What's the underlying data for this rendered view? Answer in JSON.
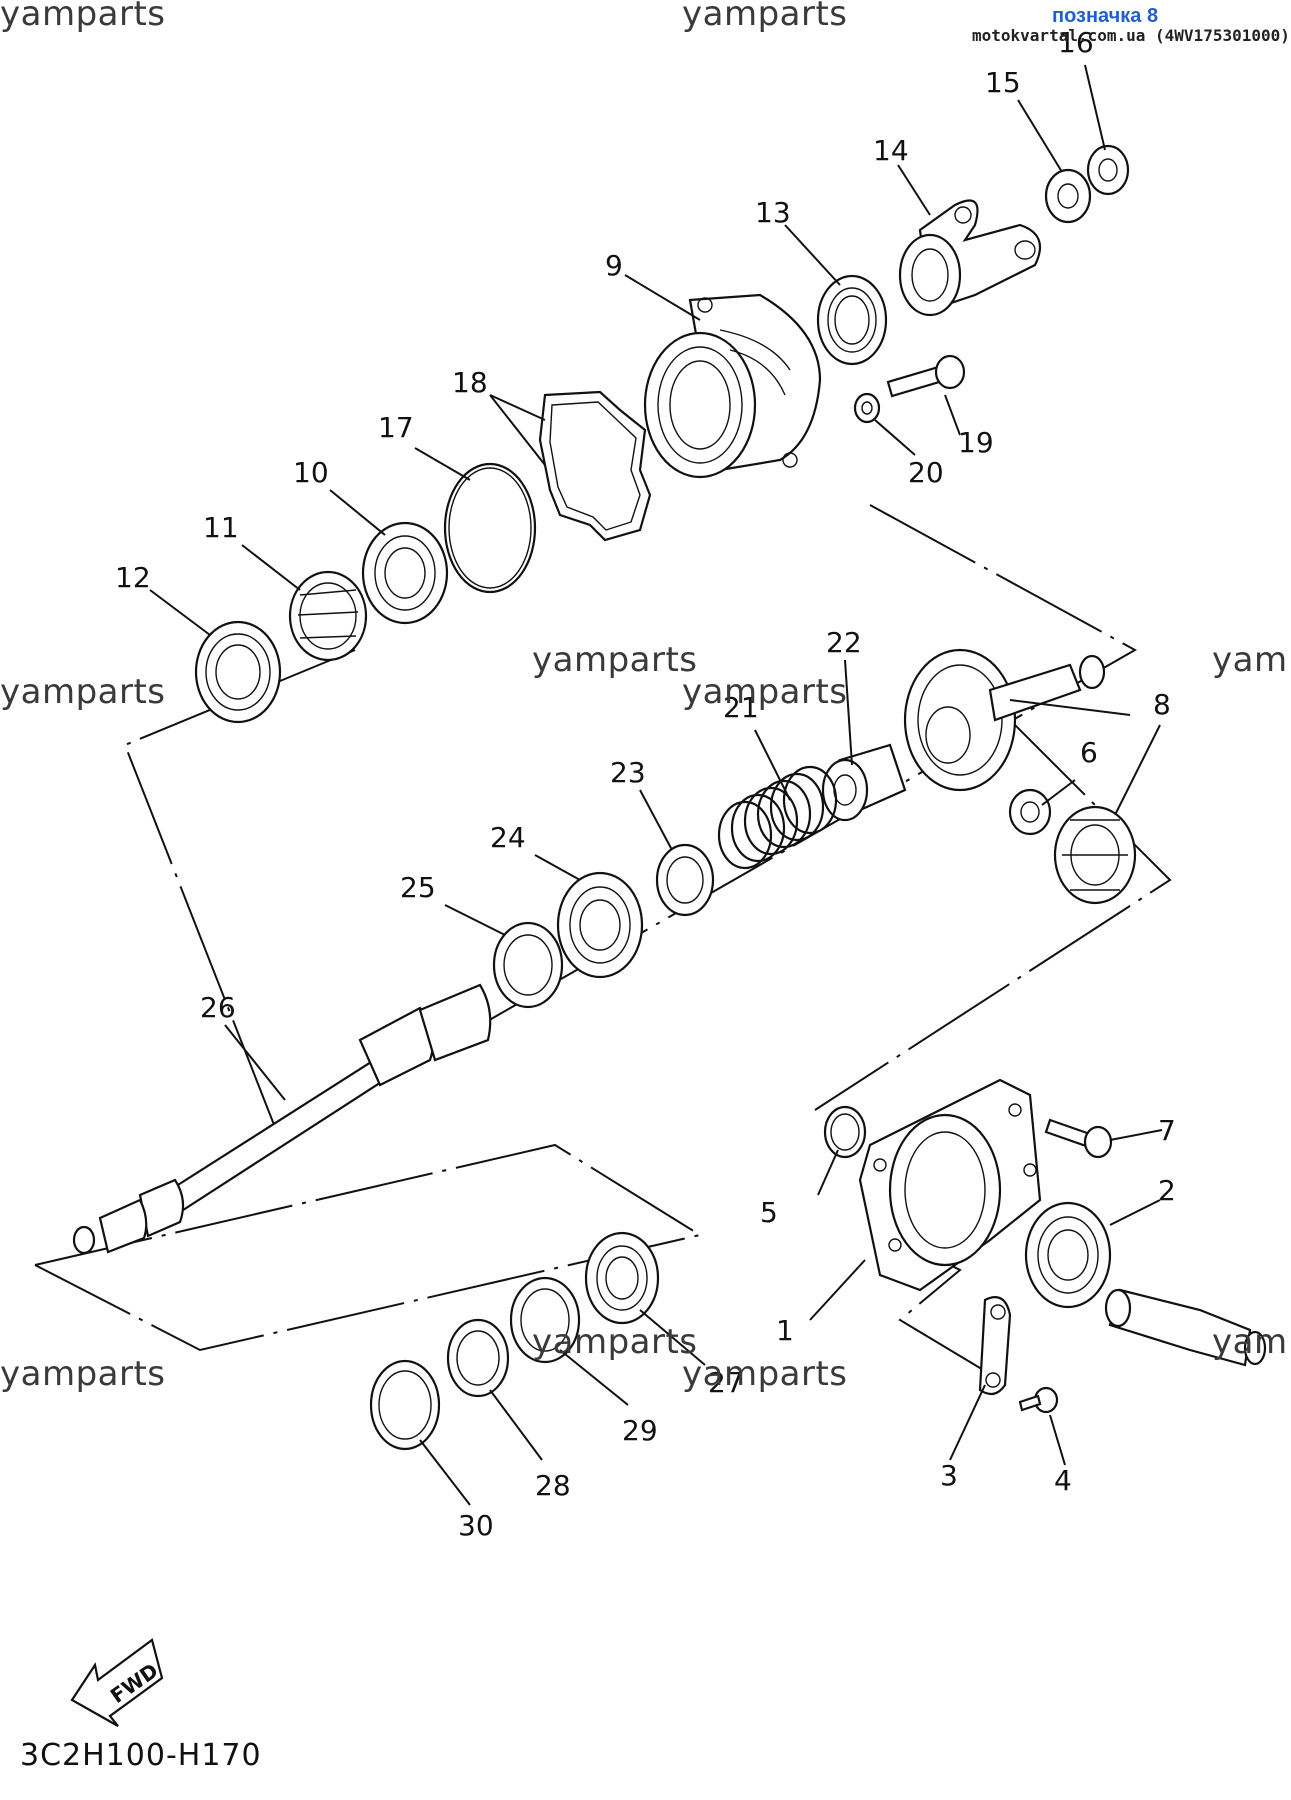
{
  "watermarks": [
    "yamparts",
    "yamparts",
    "yamparts",
    "yamparts",
    "yamparts",
    "yam",
    "yamparts",
    "yamparts",
    "yamparts",
    "yam"
  ],
  "header": {
    "badge": "позначка 8",
    "site_line": "motokvartal.com.ua (4WV175301000)"
  },
  "callouts": [
    "1",
    "2",
    "3",
    "4",
    "5",
    "6",
    "7",
    "8",
    "9",
    "10",
    "11",
    "12",
    "13",
    "14",
    "15",
    "16",
    "17",
    "18",
    "19",
    "20",
    "21",
    "22",
    "23",
    "24",
    "25",
    "26",
    "27",
    "28",
    "29",
    "30"
  ],
  "fwd_label": "FWD",
  "diagram_code": "3C2H100-H170"
}
